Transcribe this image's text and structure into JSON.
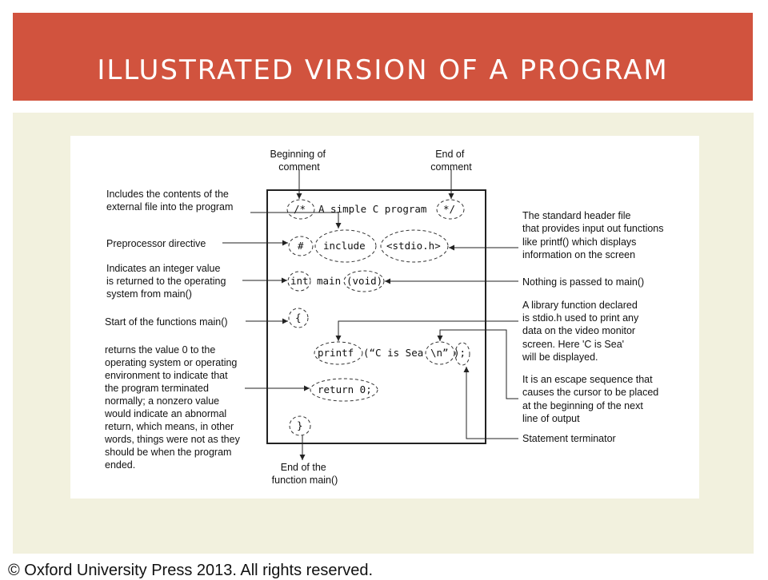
{
  "title": "ILLUSTRATED VIRSION OF A PROGRAM",
  "copyright": "© Oxford University Press 2013. All rights reserved.",
  "code": {
    "comment_open": "/*",
    "comment_text": "A simple C program",
    "comment_close": "*/",
    "hash": "#",
    "include": "include",
    "header": "<stdio.h>",
    "int": "int",
    "main": "main",
    "void": "(void)",
    "brace_open": "{",
    "printf": "printf",
    "printf_arg": "(“C is Sea",
    "newline": "\\n”",
    "printf_end": ");",
    "return": "return 0;",
    "brace_close": "}"
  },
  "annotations": {
    "beginning_comment": [
      "Beginning of",
      "comment"
    ],
    "end_comment": [
      "End  of",
      "comment"
    ],
    "includes": [
      "Includes the contents of the",
      "external file into the program"
    ],
    "preprocessor": [
      "Preprocessor directive"
    ],
    "integer": [
      "Indicates an integer value",
      "is returned to the operating",
      "system from main()"
    ],
    "start_main": [
      "Start of the functions main()"
    ],
    "returns": [
      "returns the value 0 to the",
      "operating system or operating",
      "environment to indicate that",
      "the program terminated",
      "normally; a nonzero value",
      "would indicate an abnormal",
      "return, which means, in other",
      "words, things were not as they",
      "should be when the program",
      "ended."
    ],
    "end_main": [
      "End of the",
      "function main()"
    ],
    "header_file": [
      "The standard header file",
      "that provides input out functions",
      "like printf() which displays",
      "information on the screen"
    ],
    "nothing_passed": [
      "Nothing is passed to main()"
    ],
    "library_function": [
      "A library function declared",
      "is stdio.h used to print any",
      "data on the video monitor",
      "screen. Here 'C is Sea'",
      "will be displayed."
    ],
    "escape_sequence": [
      "It is an escape sequence that",
      "causes the cursor to be placed",
      "at the beginning of the next",
      "line of output"
    ],
    "terminator": [
      "Statement terminator"
    ]
  }
}
